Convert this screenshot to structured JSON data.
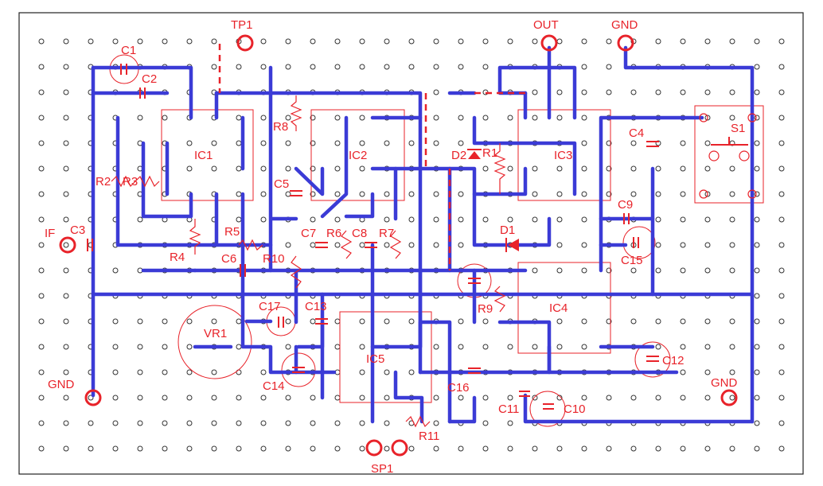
{
  "board": {
    "title": "",
    "colors": {
      "trace": "#3b3bd6",
      "silk": "#e8232a",
      "jumper": "#e8232a",
      "hole": "#333333",
      "border": "#222222"
    }
  },
  "components": [
    {
      "id": "c1",
      "label": "C1"
    },
    {
      "id": "c2",
      "label": "C2"
    },
    {
      "id": "c3",
      "label": "C3"
    },
    {
      "id": "c4",
      "label": "C4"
    },
    {
      "id": "c5",
      "label": "C5"
    },
    {
      "id": "c6",
      "label": "C6"
    },
    {
      "id": "c7",
      "label": "C7"
    },
    {
      "id": "c8",
      "label": "C8"
    },
    {
      "id": "c9",
      "label": "C9"
    },
    {
      "id": "c10",
      "label": "C10"
    },
    {
      "id": "c11",
      "label": "C11"
    },
    {
      "id": "c12",
      "label": "C12"
    },
    {
      "id": "c13",
      "label": "C13"
    },
    {
      "id": "c14",
      "label": "C14"
    },
    {
      "id": "c15",
      "label": "C15"
    },
    {
      "id": "c16",
      "label": "C16"
    },
    {
      "id": "c17",
      "label": "C17"
    },
    {
      "id": "r1",
      "label": "R1"
    },
    {
      "id": "r2",
      "label": "R2"
    },
    {
      "id": "r3",
      "label": "R3"
    },
    {
      "id": "r4",
      "label": "R4"
    },
    {
      "id": "r5",
      "label": "R5"
    },
    {
      "id": "r6",
      "label": "R6"
    },
    {
      "id": "r7",
      "label": "R7"
    },
    {
      "id": "r8",
      "label": "R8"
    },
    {
      "id": "r9",
      "label": "R9"
    },
    {
      "id": "r10",
      "label": "R10"
    },
    {
      "id": "r11",
      "label": "R11"
    },
    {
      "id": "ic1",
      "label": "IC1"
    },
    {
      "id": "ic2",
      "label": "IC2"
    },
    {
      "id": "ic3",
      "label": "IC3"
    },
    {
      "id": "ic4",
      "label": "IC4"
    },
    {
      "id": "ic5",
      "label": "IC5"
    },
    {
      "id": "d1",
      "label": "D1"
    },
    {
      "id": "d2",
      "label": "D2"
    },
    {
      "id": "vr1",
      "label": "VR1"
    },
    {
      "id": "s1",
      "label": "S1"
    }
  ],
  "terminals": [
    {
      "id": "tp1",
      "label": "TP1"
    },
    {
      "id": "out",
      "label": "OUT"
    },
    {
      "id": "gnd-top",
      "label": "GND"
    },
    {
      "id": "if",
      "label": "IF"
    },
    {
      "id": "gnd-left",
      "label": "GND"
    },
    {
      "id": "gnd-right",
      "label": "GND"
    },
    {
      "id": "sp1",
      "label": "SP1"
    }
  ]
}
